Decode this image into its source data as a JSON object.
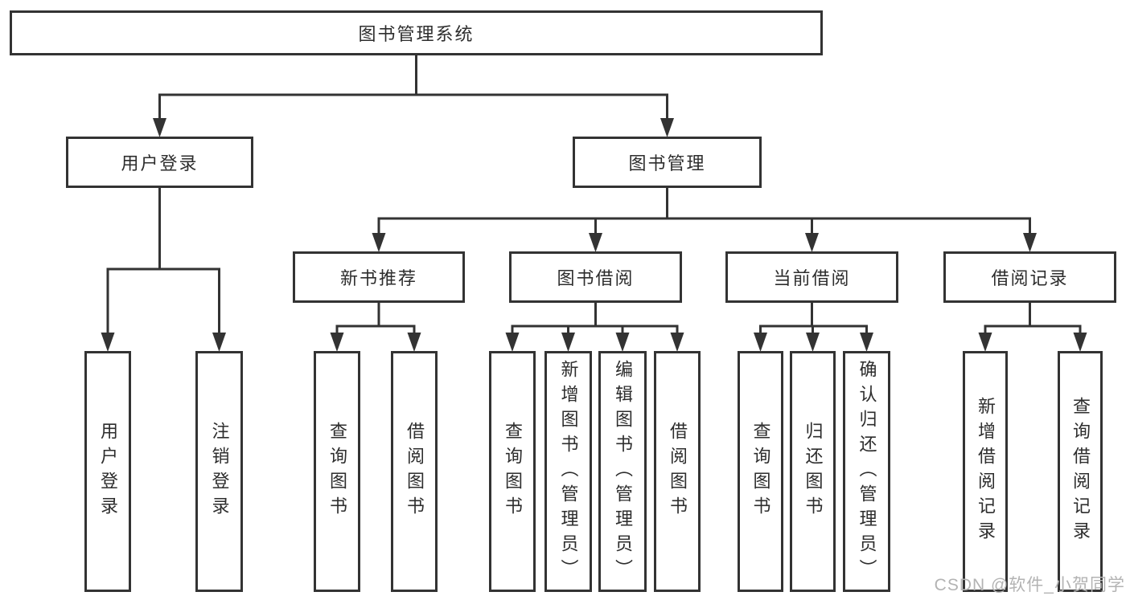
{
  "diagram": {
    "watermark": "CSDN @软件_小贺同学",
    "colors": {
      "line": "#333333",
      "box_border": "#333333",
      "text": "#2d2d2d",
      "background": "#ffffff",
      "watermark": "#b3b3b3"
    },
    "nodes": [
      {
        "id": "root",
        "label": "图书管理系统",
        "parent": null
      },
      {
        "id": "user-login",
        "label": "用户登录",
        "parent": "root"
      },
      {
        "id": "book-mgmt",
        "label": "图书管理",
        "parent": "root"
      },
      {
        "id": "new-books",
        "label": "新书推荐",
        "parent": "book-mgmt"
      },
      {
        "id": "book-borrow",
        "label": "图书借阅",
        "parent": "book-mgmt"
      },
      {
        "id": "current-borrow",
        "label": "当前借阅",
        "parent": "book-mgmt"
      },
      {
        "id": "borrow-records",
        "label": "借阅记录",
        "parent": "book-mgmt"
      },
      {
        "id": "login-leaf",
        "label": "用户登录",
        "parent": "user-login"
      },
      {
        "id": "logout-leaf",
        "label": "注销登录",
        "parent": "user-login"
      },
      {
        "id": "nb-query",
        "label": "查询图书",
        "parent": "new-books"
      },
      {
        "id": "nb-borrow",
        "label": "借阅图书",
        "parent": "new-books"
      },
      {
        "id": "bb-query",
        "label": "查询图书",
        "parent": "book-borrow"
      },
      {
        "id": "bb-add",
        "label": "新增图书（管理员）",
        "parent": "book-borrow"
      },
      {
        "id": "bb-edit",
        "label": "编辑图书（管理员）",
        "parent": "book-borrow"
      },
      {
        "id": "bb-borrow",
        "label": "借阅图书",
        "parent": "book-borrow"
      },
      {
        "id": "cb-query",
        "label": "查询图书",
        "parent": "current-borrow"
      },
      {
        "id": "cb-return",
        "label": "归还图书",
        "parent": "current-borrow"
      },
      {
        "id": "cb-confirm",
        "label": "确认归还（管理员）",
        "parent": "current-borrow"
      },
      {
        "id": "br-add",
        "label": "新增借阅记录",
        "parent": "borrow-records"
      },
      {
        "id": "br-query",
        "label": "查询借阅记录",
        "parent": "borrow-records"
      }
    ]
  }
}
